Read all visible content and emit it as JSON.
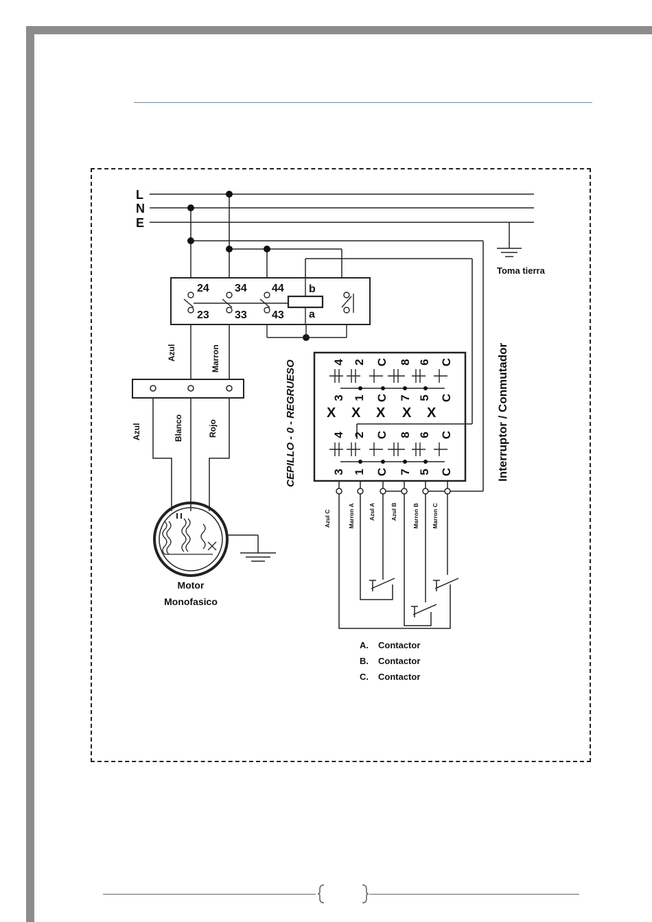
{
  "bus": {
    "line": "L",
    "neutral": "N",
    "earth": "E"
  },
  "earth_label": "Toma tierra",
  "contactor_terminals": {
    "t24": "24",
    "t23": "23",
    "t34": "34",
    "t33": "33",
    "t44": "44",
    "t43": "43",
    "coil_b": "b",
    "coil_a": "a"
  },
  "upper_wires": {
    "azul": "Azul",
    "marron": "Marron"
  },
  "motor_wires": {
    "azul": "Azul",
    "blanco": "Blanco",
    "rojo": "Rojo"
  },
  "motor_label": {
    "line1": "Motor",
    "line2": "Monofasico"
  },
  "selector_title": "CEPILLO - 0 - REGRUESO",
  "switch_title": "Interruptor / Conmutador",
  "selector_top_row": [
    "4",
    "2",
    "C",
    "8",
    "6",
    "C"
  ],
  "selector_bottom_row": [
    "3",
    "1",
    "C",
    "7",
    "5",
    "C"
  ],
  "selector_x": [
    "X",
    "X",
    "X",
    "X",
    "X"
  ],
  "output_wires": [
    "Azul C",
    "Marron A",
    "Azul A",
    "Azul B",
    "Marron B",
    "Marron C"
  ],
  "legend": [
    {
      "letter": "A.",
      "text": "Contactor"
    },
    {
      "letter": "B.",
      "text": "Contactor"
    },
    {
      "letter": "C.",
      "text": "Contactor"
    }
  ]
}
